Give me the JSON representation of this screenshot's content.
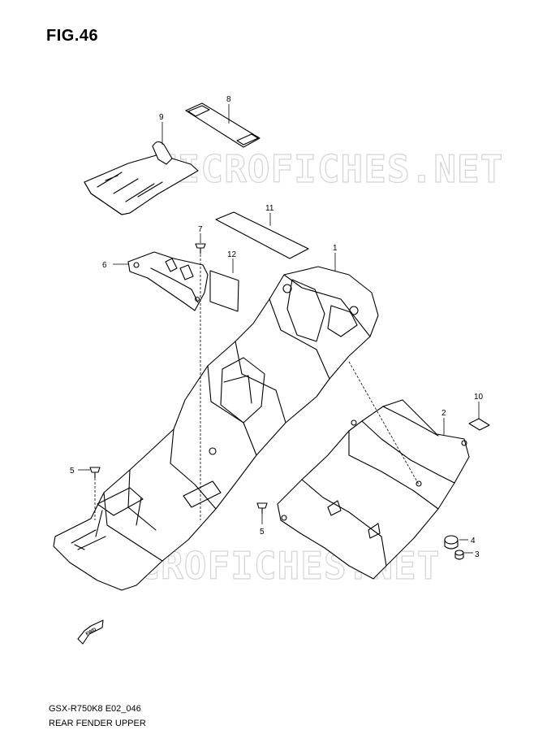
{
  "figure_title": "FIG.46",
  "model_code": "GSX-R750K8 E02_046",
  "section_name": "REAR FENDER UPPER",
  "watermark_text": "MICROFICHES.NET",
  "fwd_label": "FWD",
  "callouts": {
    "p1": "1",
    "p2": "2",
    "p3": "3",
    "p4": "4",
    "p5a": "5",
    "p5b": "5",
    "p6": "6",
    "p7": "7",
    "p8": "8",
    "p9": "9",
    "p10": "10",
    "p11": "11",
    "p12": "12"
  }
}
